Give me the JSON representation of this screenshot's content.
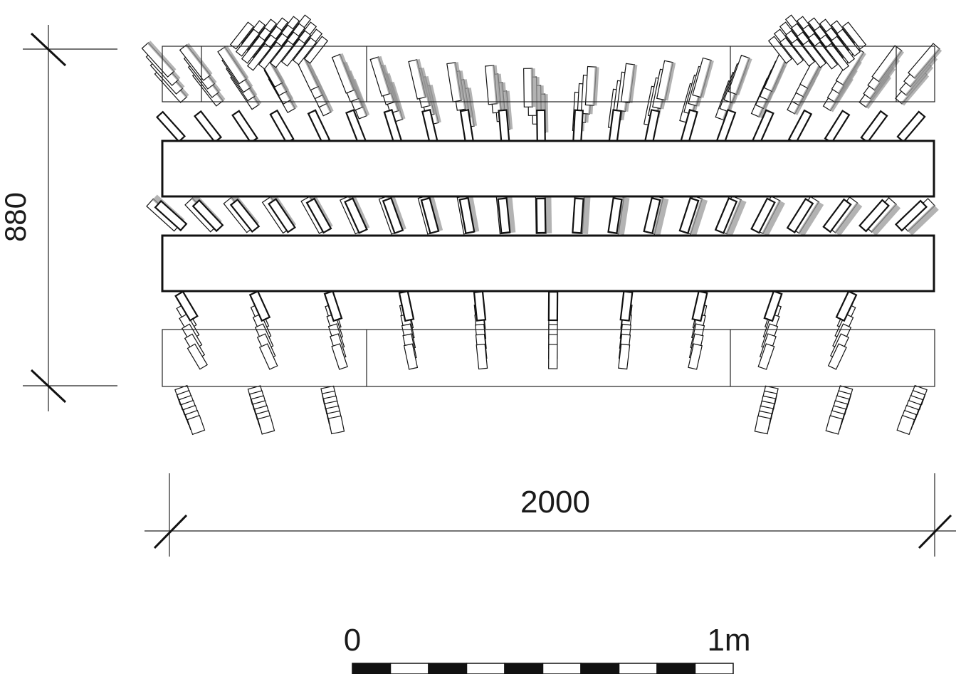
{
  "dimensions": {
    "height_label": "880",
    "width_label": "2000"
  },
  "scale_bar": {
    "start_label": "0",
    "end_label": "1m",
    "segments": 10
  },
  "colors": {
    "stroke": "#111111",
    "fill": "#ffffff",
    "shade_dark": "#8a8a8a",
    "shade_light": "#e8e8e8"
  }
}
